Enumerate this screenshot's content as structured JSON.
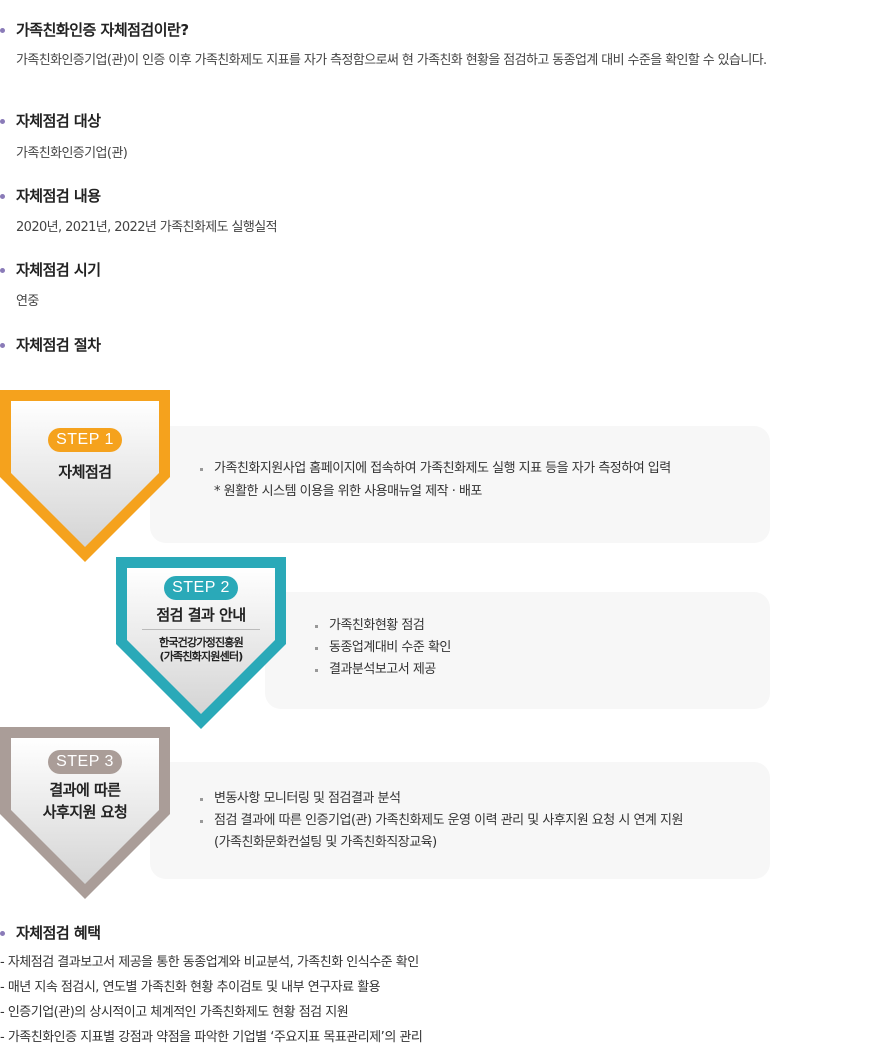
{
  "sections": {
    "intro": {
      "title": "가족친화인증 자체점검이란?",
      "body": "가족친화인증기업(관)이 인증 이후 가족친화제도 지표를 자가 측정함으로써 현 가족친화 현황을 점검하고 동종업계 대비 수준을 확인할 수 있습니다."
    },
    "target": {
      "title": "자체점검 대상",
      "body": "가족친화인증기업(관)"
    },
    "content": {
      "title": "자체점검 내용",
      "body": "2020년, 2021년, 2022년 가족친화제도 실행실적"
    },
    "timing": {
      "title": "자체점검 시기",
      "body": "연중"
    },
    "procedure": {
      "title": "자체점검 절차"
    }
  },
  "steps": [
    {
      "label": "STEP 1",
      "name": "자체점검",
      "color": "#f5a21d",
      "items": [
        "가족친화지원사업 홈페이지에 접속하여 가족친화제도 실행 지표 등을 자가 측정하여 입력"
      ],
      "note": "* 원활한 시스템 이용을 위한 사용매뉴얼 제작 · 배포"
    },
    {
      "label": "STEP 2",
      "name": "점검 결과 안내",
      "sub1": "한국건강가정진흥원",
      "sub2": "(가족친화지원센터)",
      "color": "#2aa9b8",
      "items": [
        "가족친화현황 점검",
        "동종업계대비 수준 확인",
        "결과분석보고서 제공"
      ]
    },
    {
      "label": "STEP 3",
      "name1": "결과에 따른",
      "name2": "사후지원 요청",
      "color": "#aa9d98",
      "items": [
        "변동사항 모니터링 및 점검결과 분석",
        "점검 결과에 따른 인증기업(관) 가족친화제도 운영 이력 관리 및 사후지원 요청 시 연계 지원"
      ],
      "note": "(가족친화문화컨설팅 및 가족친화직장교육)"
    }
  ],
  "benefits": {
    "title": "자체점검 혜택",
    "items": [
      "- 자체점검 결과보고서 제공을 통한 동종업계와 비교분석, 가족친화 인식수준 확인",
      "- 매년 지속 점검시, 연도별 가족친화 현황 추이검토 및 내부 연구자료 활용",
      "- 인증기업(관)의 상시적이고 체계적인 가족친화제도 현황 점검 지원",
      "- 가족친화인증 지표별 강점과 약점을 파악한 기업별 ‘주요지표 목표관리제’의 관리"
    ]
  }
}
